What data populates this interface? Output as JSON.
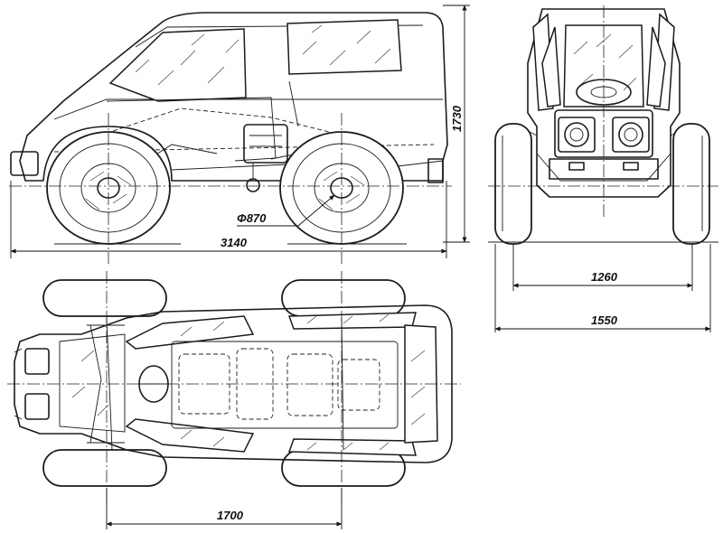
{
  "dimensions": {
    "wheel_diameter": "Φ870",
    "overall_length": "3140",
    "overall_height": "1730",
    "track_width": "1260",
    "overall_width": "1550",
    "wheelbase": "1700"
  }
}
